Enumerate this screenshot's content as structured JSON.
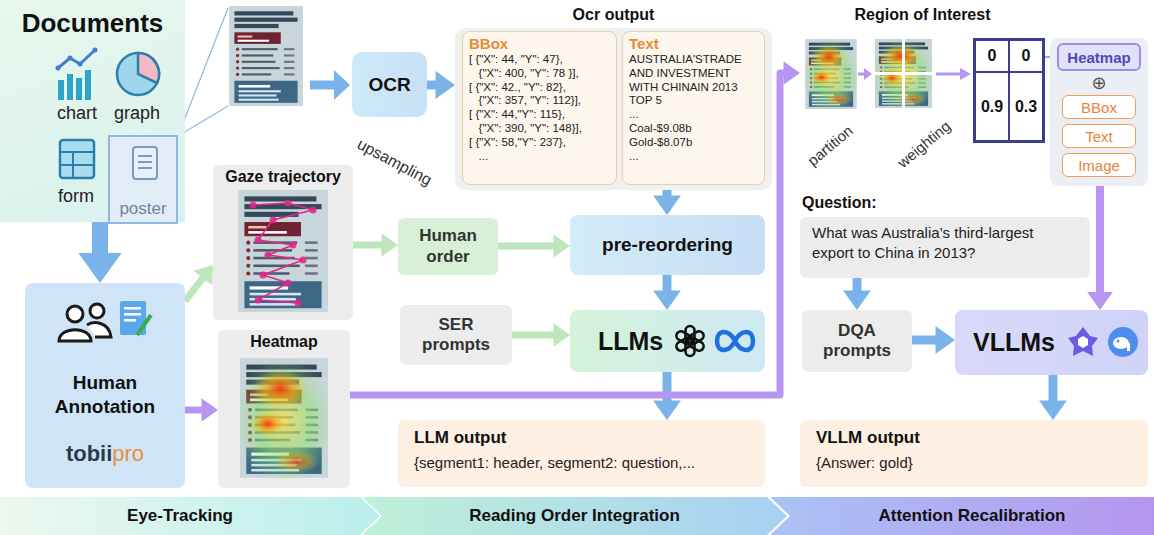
{
  "diagram": {
    "nodes": [
      {
        "text": [
          "Documents"
        ]
      },
      {
        "text": [
          "poster"
        ],
        "in": 0
      },
      {
        "text": [
          "Human Annotation",
          "tobii",
          "pro"
        ]
      },
      {
        "text": [
          "Gaze trajectory"
        ]
      },
      {
        "text": [
          "Heatmap"
        ]
      },
      {
        "text": [
          "OCR"
        ]
      },
      {
        "text": [
          "Ocr output"
        ]
      },
      {
        "text": [
          "BBox",
          "[ {\"X\": 44, \"Y\": 47},",
          "   {\"X\": 400, \"Y\": 78 }],",
          "[ {\"X\": 42., \"Y\": 82},",
          "   {\"X\": 357, \"Y\": 112}],",
          "[ {\"X\": 44,\"Y\": 115},",
          "   {\"X\": 390, \"Y\": 148}],",
          "[ {\"X\": 58,\"Y\": 237},",
          "   ..."
        ],
        "in": 6
      },
      {
        "text": [
          "Text",
          "AUSTRALIA'STRADE",
          "AND INVESTMENT",
          "WITH CHINAIN 2013",
          "TOP 5",
          "...",
          "Coal-$9.08b",
          "Gold-$8.07b",
          "..."
        ],
        "in": 6
      },
      {
        "text": [
          "Human order"
        ]
      },
      {
        "text": [
          "pre-reordering"
        ]
      },
      {
        "text": [
          "SER prompts"
        ]
      },
      {
        "text": [
          "LLMs"
        ]
      },
      {
        "text": [
          "LLM output",
          "{segment1: header, segment2: question,..."
        ]
      },
      {
        "text": [
          "Region of Interest"
        ]
      },
      {
        "text": [
          "0",
          "0",
          "0.9",
          "0.3"
        ],
        "in": 14
      },
      {
        "text": [
          "⊕"
        ]
      },
      {
        "text": [
          "Heatmap"
        ],
        "in": 16
      },
      {
        "text": [
          "BBox"
        ],
        "in": 16
      },
      {
        "text": [
          "Text"
        ],
        "in": 16
      },
      {
        "text": [
          "Image"
        ],
        "in": 16
      },
      {
        "text": [
          "Question:",
          "What was Australia’s third-largest export to China in 2013?"
        ]
      },
      {
        "text": [
          "DQA prompts"
        ]
      },
      {
        "text": [
          "VLLMs"
        ]
      },
      {
        "text": [
          "VLLM output",
          "{Answer: gold}"
        ]
      },
      {
        "text": [
          "Eye-Tracking"
        ]
      },
      {
        "text": [
          "Reading Order Integration"
        ]
      },
      {
        "text": [
          "Attention Recalibration"
        ]
      }
    ],
    "edges": [
      {
        "from": 0,
        "to": 2,
        "arrow": "to"
      },
      {
        "from": 5,
        "to": 6,
        "arrow": "to"
      },
      {
        "from": 2,
        "to": 3,
        "arrow": "to"
      },
      {
        "from": 2,
        "to": 4,
        "arrow": "to"
      },
      {
        "from": 3,
        "to": 9,
        "arrow": "to"
      },
      {
        "from": 9,
        "to": 10,
        "arrow": "to"
      },
      {
        "from": 6,
        "to": 10,
        "arrow": "to"
      },
      {
        "from": 10,
        "to": 12,
        "arrow": "to"
      },
      {
        "from": 11,
        "to": 12,
        "arrow": "to"
      },
      {
        "from": 12,
        "to": 13,
        "arrow": "to"
      },
      {
        "from": 4,
        "to": 14,
        "arrow": "to"
      },
      {
        "from": 15,
        "to": 17,
        "arrow": "none"
      },
      {
        "from": 16,
        "to": 23,
        "arrow": "to"
      },
      {
        "from": 21,
        "to": 22,
        "arrow": "to"
      },
      {
        "from": 22,
        "to": 23,
        "arrow": "to"
      },
      {
        "from": 23,
        "to": 24,
        "arrow": "to"
      }
    ],
    "labels": [
      "chart",
      "graph",
      "form",
      "upsampling",
      "partition",
      "weighting"
    ]
  }
}
